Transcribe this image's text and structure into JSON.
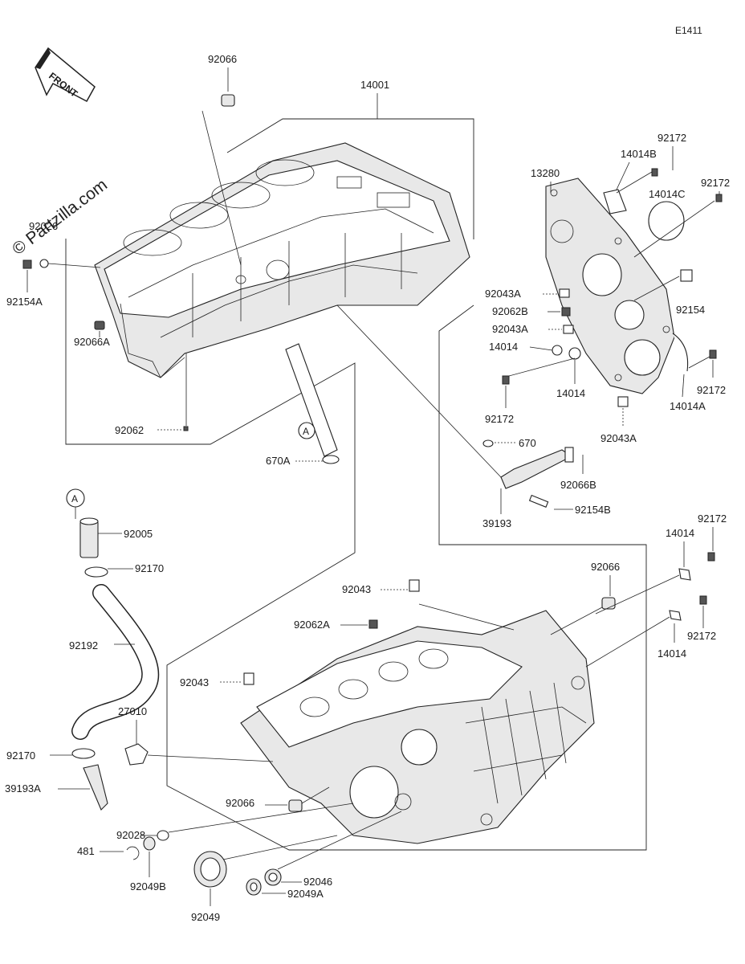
{
  "diagram_code": "E1411",
  "front_label": "FRONT",
  "watermark": "© Partzilla.com",
  "ref_marker": "A",
  "labels": {
    "p92066_top": "92066",
    "p14001": "14001",
    "p92026": "92026",
    "p92154A": "92154A",
    "p92066A": "92066A",
    "p92062": "92062",
    "p670A": "670A",
    "p92172_a": "92172",
    "p14014B": "14014B",
    "p13280": "13280",
    "p14014C": "14014C",
    "p92172_b": "92172",
    "p92043A_a": "92043A",
    "p92154": "92154",
    "p92062B": "92062B",
    "p92043A_b": "92043A",
    "p14014_a": "14014",
    "p14014_b": "14014",
    "p92172_c": "92172",
    "p14014A": "14014A",
    "p92172_d": "92172",
    "p92043A_c": "92043A",
    "p670": "670",
    "p92066B": "92066B",
    "p39193": "39193",
    "p92154B": "92154B",
    "p92172_e": "92172",
    "p14014_c": "14014",
    "p92005": "92005",
    "p92170_a": "92170",
    "p92066_mid": "92066",
    "p92043": "92043",
    "p92062A": "92062A",
    "p92172_f": "92172",
    "p14014_d": "14014",
    "p92192": "92192",
    "p92043_b": "92043",
    "p27010": "27010",
    "p92170_b": "92170",
    "p39193A": "39193A",
    "p92066_low": "92066",
    "p92028": "92028",
    "p481": "481",
    "p92049B": "92049B",
    "p92046": "92046",
    "p92049A": "92049A",
    "p92049": "92049"
  }
}
